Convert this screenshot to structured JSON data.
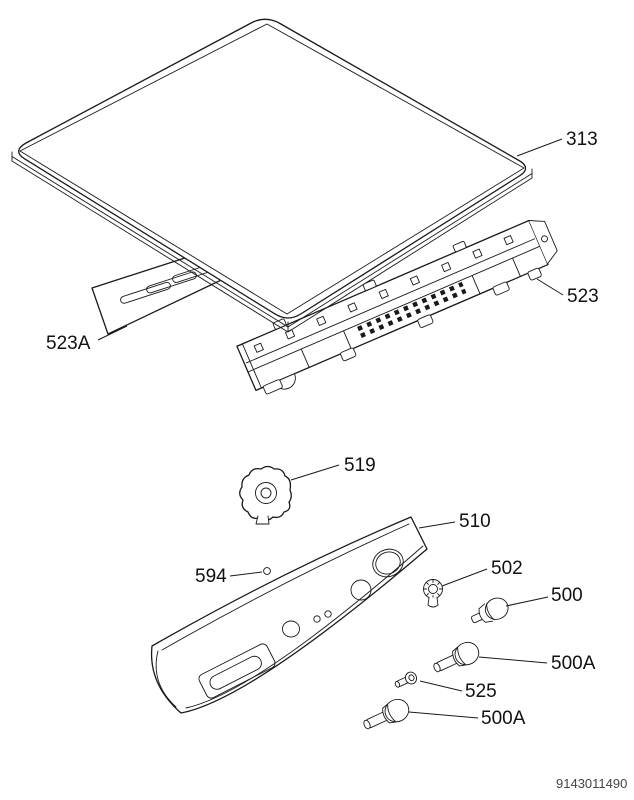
{
  "page": {
    "background": "#ffffff",
    "line_color": "#1a1a1a",
    "doc_number": "9143011490"
  },
  "parts": {
    "p313": "313",
    "p523": "523",
    "p523a": "523A",
    "p519": "519",
    "p510": "510",
    "p594": "594",
    "p502": "502",
    "p500": "500",
    "p500a_upper": "500A",
    "p525": "525",
    "p500a_lower": "500A"
  }
}
